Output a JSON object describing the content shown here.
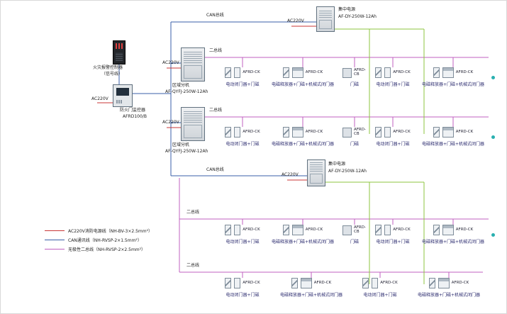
{
  "colors": {
    "power_line": "#c83737",
    "can_line": "#3a5fa8",
    "two_wire_bus": "#c060c0",
    "dc_output": "#8cc63f"
  },
  "left": {
    "fire_controller": {
      "name": "火灾报警控制器",
      "note": "（信号线）"
    },
    "monitor": {
      "power": "AC220V",
      "name": "防火门监控器",
      "model": "AFRD100/B"
    }
  },
  "top_supply": {
    "bus_label": "CAN总线",
    "power": "AC220V",
    "name": "集中电源",
    "model": "AF-DY-250W-12Ah"
  },
  "mid_supply": {
    "bus_label": "CAN总线",
    "power": "AC220V",
    "name": "集中电源",
    "model": "AF-DY-250W-12Ah"
  },
  "regional1": {
    "power": "AC220V",
    "name": "区域分机",
    "model": "AF-QYFJ-250W-12Ah",
    "bus_label": "二总线"
  },
  "regional2": {
    "power": "AC220V",
    "name": "区域分机",
    "model": "AF-QYFJ-250W-12Ah",
    "bus_label": "二总线"
  },
  "branch_bus4_label": "二总线",
  "branch_bus5_label": "二总线",
  "rows": [
    {
      "groups": [
        {
          "type": "closer",
          "module": "AFRD-CK",
          "caption": "电动闭门器+门磁"
        },
        {
          "type": "release",
          "module": "AFRD-CK",
          "caption": "电磁释放器+门磁+机械式闭门器"
        },
        {
          "type": "magnet",
          "module": "AFRD-CB",
          "caption": "门磁"
        },
        {
          "type": "closer",
          "module": "AFRD-CK",
          "caption": "电动闭门器+门磁"
        },
        {
          "type": "release",
          "module": "AFRD-CK",
          "caption": "电磁释放器+门磁+机械式闭门器"
        }
      ]
    },
    {
      "groups": [
        {
          "type": "closer",
          "module": "AFRD-CK",
          "caption": "电动闭门器+门磁"
        },
        {
          "type": "release",
          "module": "AFRD-CK",
          "caption": "电磁释放器+门磁+机械式闭门器"
        },
        {
          "type": "magnet",
          "module": "AFRD-CB",
          "caption": "门磁"
        },
        {
          "type": "closer",
          "module": "AFRD-CK",
          "caption": "电动闭门器+门磁"
        },
        {
          "type": "release",
          "module": "AFRD-CK",
          "caption": "电磁释放器+门磁+机械式闭门器"
        }
      ]
    },
    {
      "groups": [
        {
          "type": "closer",
          "module": "AFRD-CK",
          "caption": "电动闭门器+门磁"
        },
        {
          "type": "release",
          "module": "AFRD-CK",
          "caption": "电磁释放器+门磁+机械式闭门器"
        },
        {
          "type": "magnet",
          "module": "AFRD-CB",
          "caption": "门磁"
        },
        {
          "type": "closer",
          "module": "AFRD-CK",
          "caption": "电动闭门器+门磁"
        },
        {
          "type": "release",
          "module": "AFRD-CK",
          "caption": "电磁释放器+门磁+机械式闭门器"
        }
      ]
    },
    {
      "groups": [
        {
          "type": "closer",
          "module": "AFRD-CK",
          "caption": "电动闭门器+门磁"
        },
        {
          "type": "release",
          "module": "AFRD-CK",
          "caption": "电磁释放器+门磁+机械式闭门器"
        },
        {
          "type": "closer",
          "module": "AFRD-CK",
          "caption": "电动闭门器+门磁"
        },
        {
          "type": "release",
          "module": "AFRD-CK",
          "caption": "电磁释放器+门磁+机械式闭门器"
        }
      ]
    }
  ],
  "legend": [
    {
      "label": "AC220V消防电源线（NH-BV-3×2.5mm²）",
      "color": "#c83737"
    },
    {
      "label": "CAN通讯线（NH-RVSP-2×1.5mm²）",
      "color": "#3a5fa8"
    },
    {
      "label": "无极性二总线（NH-RVSP-2×2.5mm²）",
      "color": "#c060c0"
    }
  ]
}
